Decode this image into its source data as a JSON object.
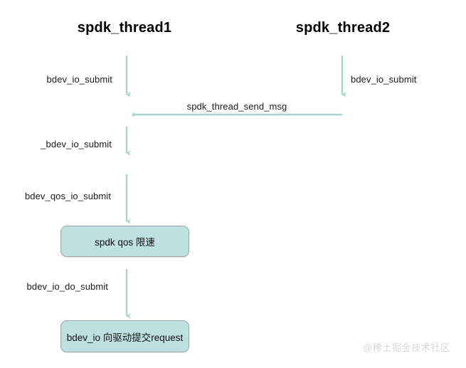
{
  "diagram": {
    "title_thread1": "spdk_thread1",
    "title_thread2": "spdk_thread2",
    "colors": {
      "arrow": "#a8d5cb",
      "box_fill": "#bfe0e0",
      "box_border": "#9aa5a8",
      "text": "#1a1a1a",
      "background": "#ffffff",
      "watermark": "#d8d8d8"
    },
    "labels": {
      "thread1_bdev_io_submit": "bdev_io_submit",
      "thread2_bdev_io_submit": "bdev_io_submit",
      "send_msg": "spdk_thread_send_msg",
      "underscore_bdev_io_submit": "_bdev_io_submit",
      "bdev_qos_io_submit": "bdev_qos_io_submit",
      "bdev_io_do_submit": "bdev_io_do_submit"
    },
    "nodes": {
      "qos_box": "spdk qos 限速",
      "driver_box": "bdev_io 向驱动提交request"
    },
    "watermark": "@稀土掘金技术社区"
  }
}
